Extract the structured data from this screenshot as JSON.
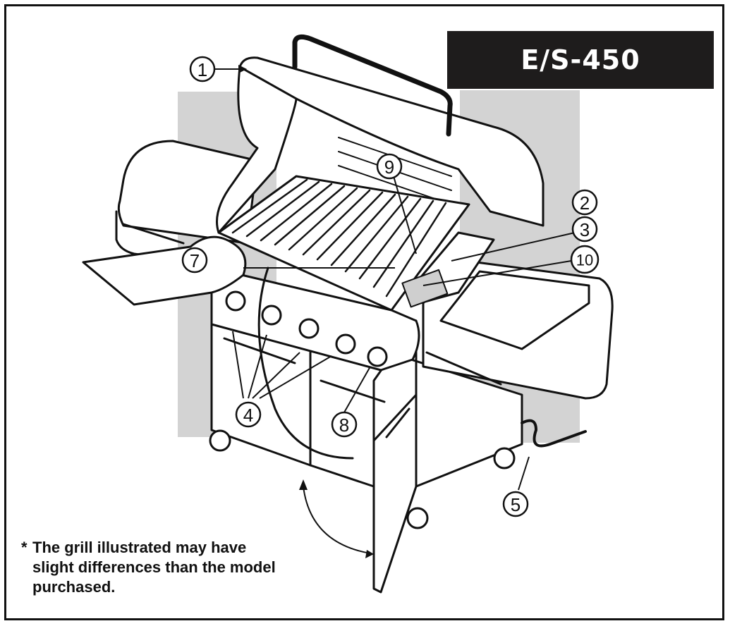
{
  "model_badge": "E/S-450",
  "footnote": {
    "marker": "*",
    "text": "The grill illustrated may have slight differences than the model purchased."
  },
  "callouts": [
    {
      "label": "1"
    },
    {
      "label": "2"
    },
    {
      "label": "3"
    },
    {
      "label": "10"
    },
    {
      "label": "9"
    },
    {
      "label": "7"
    },
    {
      "label": "4"
    },
    {
      "label": "8"
    },
    {
      "label": "5"
    }
  ],
  "colors": {
    "badge_background": "#1e1c1c",
    "backdrop_gray": "#d3d3d3",
    "line": "#111111"
  }
}
